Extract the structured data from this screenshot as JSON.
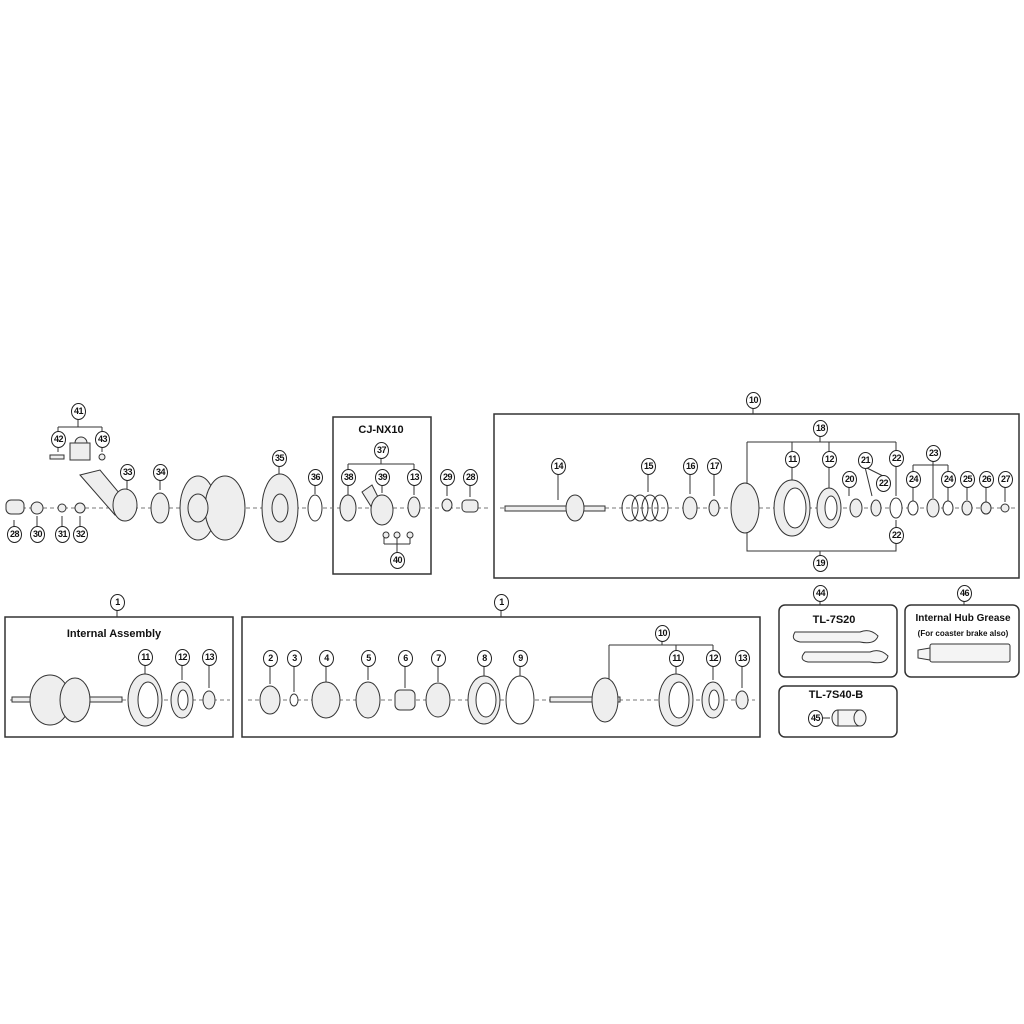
{
  "titles": {
    "cj_nx10": "CJ-NX10",
    "internal_assembly": "Internal Assembly",
    "tl_7s20": "TL-7S20",
    "grease": "Internal Hub Grease",
    "grease_note": "(For coaster brake also)",
    "tl_7s40_b": "TL-7S40-B"
  },
  "callouts": [
    "41",
    "42",
    "43",
    "28",
    "30",
    "31",
    "32",
    "33",
    "34",
    "35",
    "36",
    "37",
    "38",
    "39",
    "13",
    "40",
    "29",
    "28",
    "10",
    "14",
    "15",
    "16",
    "17",
    "18",
    "11",
    "12",
    "20",
    "21",
    "22",
    "22",
    "22",
    "19",
    "23",
    "24",
    "24",
    "25",
    "26",
    "27",
    "1",
    "11",
    "12",
    "13",
    "1",
    "2",
    "3",
    "4",
    "5",
    "6",
    "7",
    "8",
    "9",
    "10",
    "11",
    "12",
    "13",
    "44",
    "46",
    "45"
  ]
}
